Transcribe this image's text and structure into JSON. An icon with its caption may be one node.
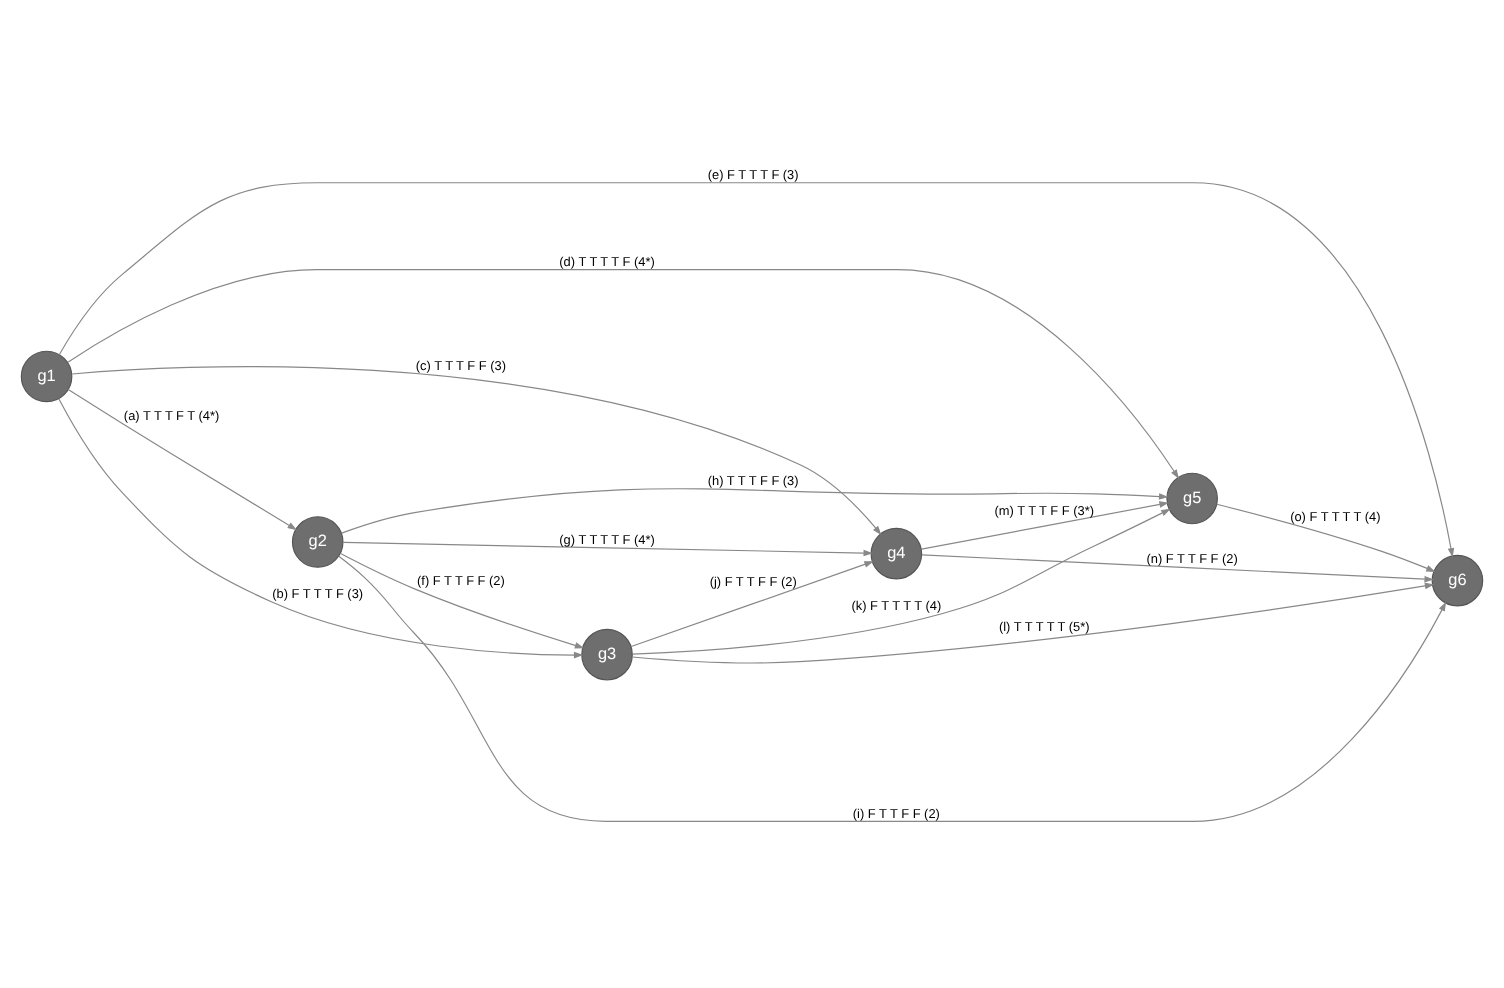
{
  "diagram": {
    "nodes": [
      {
        "text": [
          "g1"
        ]
      },
      {
        "text": [
          "g2"
        ]
      },
      {
        "text": [
          "g3"
        ]
      },
      {
        "text": [
          "g4"
        ]
      },
      {
        "text": [
          "g5"
        ]
      },
      {
        "text": [
          "g6"
        ]
      }
    ],
    "edges": [
      {
        "from": 0,
        "to": 1,
        "arrow": "to",
        "label": "(a) T T T F T (4*)"
      },
      {
        "from": 0,
        "to": 2,
        "arrow": "to",
        "label": "(b) F T T T F (3)"
      },
      {
        "from": 0,
        "to": 3,
        "arrow": "to",
        "label": "(c) T T T F F (3)"
      },
      {
        "from": 0,
        "to": 4,
        "arrow": "to",
        "label": "(d) T T T T F (4*)"
      },
      {
        "from": 0,
        "to": 5,
        "arrow": "to",
        "label": "(e) F T T T F (3)"
      },
      {
        "from": 1,
        "to": 2,
        "arrow": "to",
        "label": "(f) F T T F F (2)"
      },
      {
        "from": 1,
        "to": 3,
        "arrow": "to",
        "label": "(g) T T T T F (4*)"
      },
      {
        "from": 1,
        "to": 4,
        "arrow": "to",
        "label": "(h) T T T F F (3)"
      },
      {
        "from": 1,
        "to": 5,
        "arrow": "to",
        "label": "(i) F T T F F (2)"
      },
      {
        "from": 2,
        "to": 3,
        "arrow": "to",
        "label": "(j) F T T F F (2)"
      },
      {
        "from": 2,
        "to": 4,
        "arrow": "to",
        "label": "(k) F T T T T (4)"
      },
      {
        "from": 2,
        "to": 5,
        "arrow": "to",
        "label": "(l) T T T T T (5*)"
      },
      {
        "from": 3,
        "to": 4,
        "arrow": "to",
        "label": "(m) T T T F F (3*)"
      },
      {
        "from": 3,
        "to": 5,
        "arrow": "to",
        "label": "(n) F T T F F (2)"
      },
      {
        "from": 4,
        "to": 5,
        "arrow": "to",
        "label": "(o) F T T T T (4)"
      }
    ]
  }
}
